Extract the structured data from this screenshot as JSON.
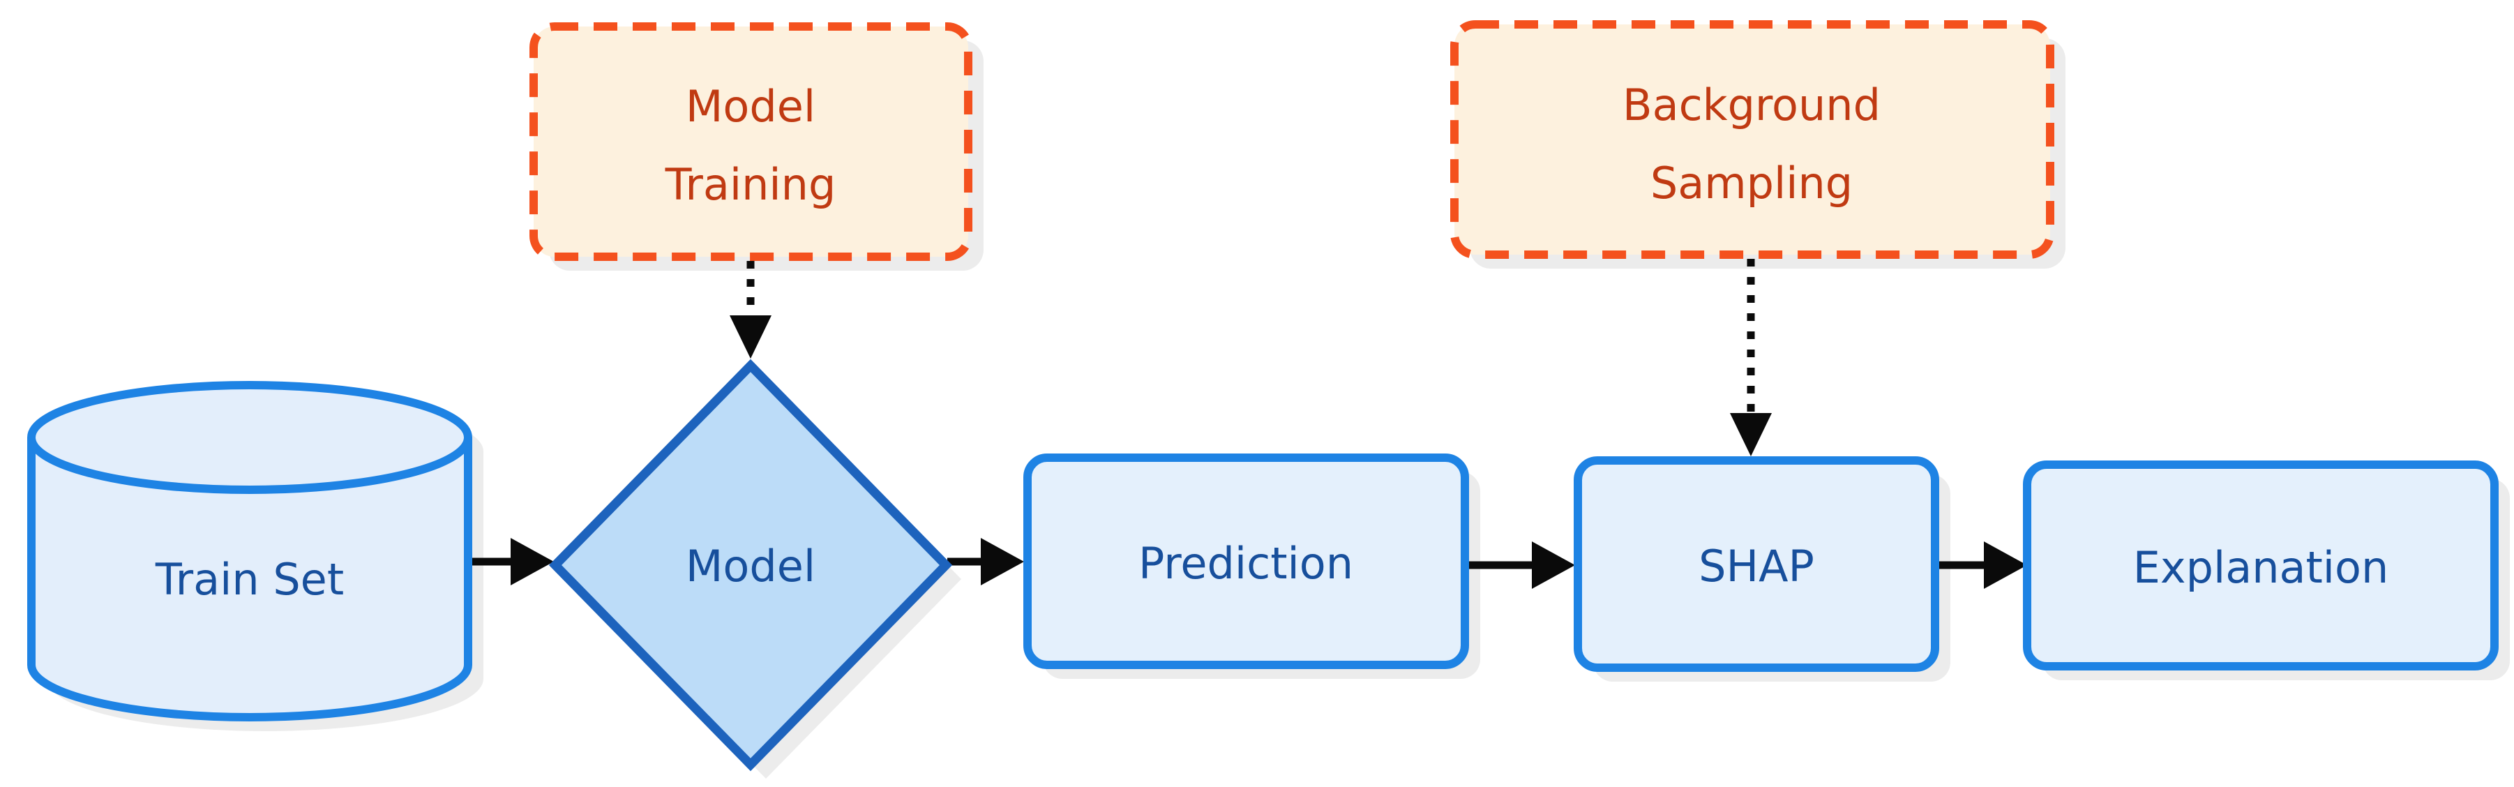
{
  "diagram": {
    "type": "flowchart",
    "direction": "left-to-right",
    "nodes": {
      "train_set": {
        "label": "Train Set",
        "shape": "cylinder"
      },
      "model": {
        "label": "Model",
        "shape": "diamond"
      },
      "prediction": {
        "label": "Prediction",
        "shape": "rounded-rect"
      },
      "shap": {
        "label": "SHAP",
        "shape": "rounded-rect"
      },
      "explanation": {
        "label": "Explanation",
        "shape": "rounded-rect"
      },
      "model_training": {
        "lines": [
          "Model",
          "Training"
        ],
        "shape": "dashed-rounded-rect"
      },
      "background_sampling": {
        "lines": [
          "Background",
          "Sampling"
        ],
        "shape": "dashed-rounded-rect"
      }
    },
    "edges": [
      {
        "from": "train_set",
        "to": "model",
        "style": "solid-arrow"
      },
      {
        "from": "model",
        "to": "prediction",
        "style": "solid-arrow"
      },
      {
        "from": "prediction",
        "to": "shap",
        "style": "solid-arrow"
      },
      {
        "from": "shap",
        "to": "explanation",
        "style": "solid-arrow"
      },
      {
        "from": "model_training",
        "to": "model",
        "style": "dotted-arrow"
      },
      {
        "from": "background_sampling",
        "to": "shap",
        "style": "dotted-arrow"
      }
    ]
  },
  "colors": {
    "bg": "#ffffff",
    "node_fill": "#e4f0fc",
    "cyl_fill": "#e3eefb",
    "node_stroke": "#1e83e4",
    "diamond_fill": "#bcdcf8",
    "diamond_stroke": "#1d63bd",
    "dashed_fill": "#fdf1de",
    "dashed_stroke": "#f4511e",
    "text_blue": "#174f9c",
    "text_orange": "#c03a12",
    "shadow": "#ececec",
    "arrow": "#0a0a0a"
  }
}
